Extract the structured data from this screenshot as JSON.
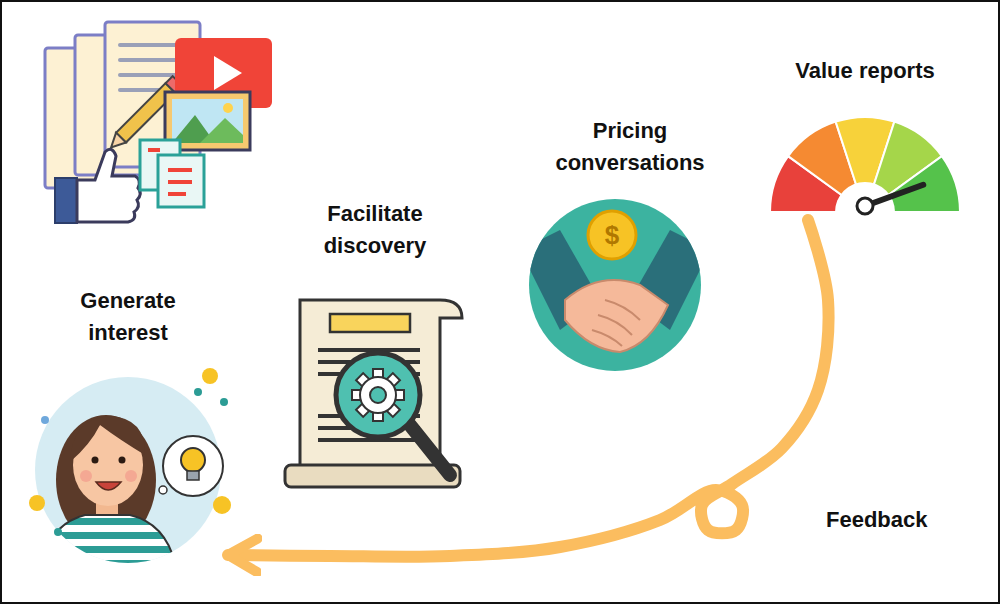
{
  "diagram": {
    "nodes": [
      {
        "text": [
          "Generate interest"
        ]
      },
      {
        "text": [
          "Facilitate discovery"
        ]
      },
      {
        "text": [
          "Pricing conversations"
        ]
      },
      {
        "text": [
          "Value reports"
        ]
      }
    ],
    "edges": [
      {
        "from": 3,
        "to": 0,
        "arrow": "to",
        "label": "Feedback"
      }
    ],
    "labels": [
      "$"
    ]
  }
}
